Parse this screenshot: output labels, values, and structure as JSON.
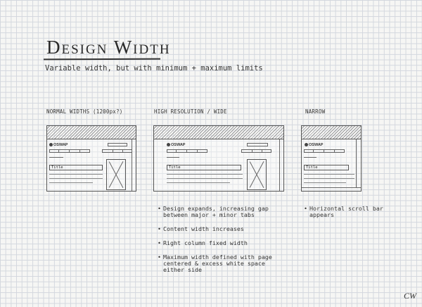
{
  "header": {
    "title": "Design Width",
    "subtitle": "Variable width, but with minimum + maximum limits"
  },
  "panels": [
    {
      "label": "NORMAL WIDTHS (1200px?)",
      "logo": "OSWAP",
      "content_title": "Title",
      "notes": []
    },
    {
      "label": "HIGH RESOLUTION / WIDE",
      "logo": "OSWAP",
      "content_title": "Title",
      "notes": [
        "Design expands, increasing gap between major + minor tabs",
        "Content width increases",
        "Right column fixed width",
        "Maximum width defined with page centered & excess white space either side"
      ]
    },
    {
      "label": "NARROW",
      "logo": "OSWAP",
      "content_title": "Title",
      "notes": [
        "Horizontal scroll bar appears"
      ]
    }
  ],
  "signature": "CW"
}
